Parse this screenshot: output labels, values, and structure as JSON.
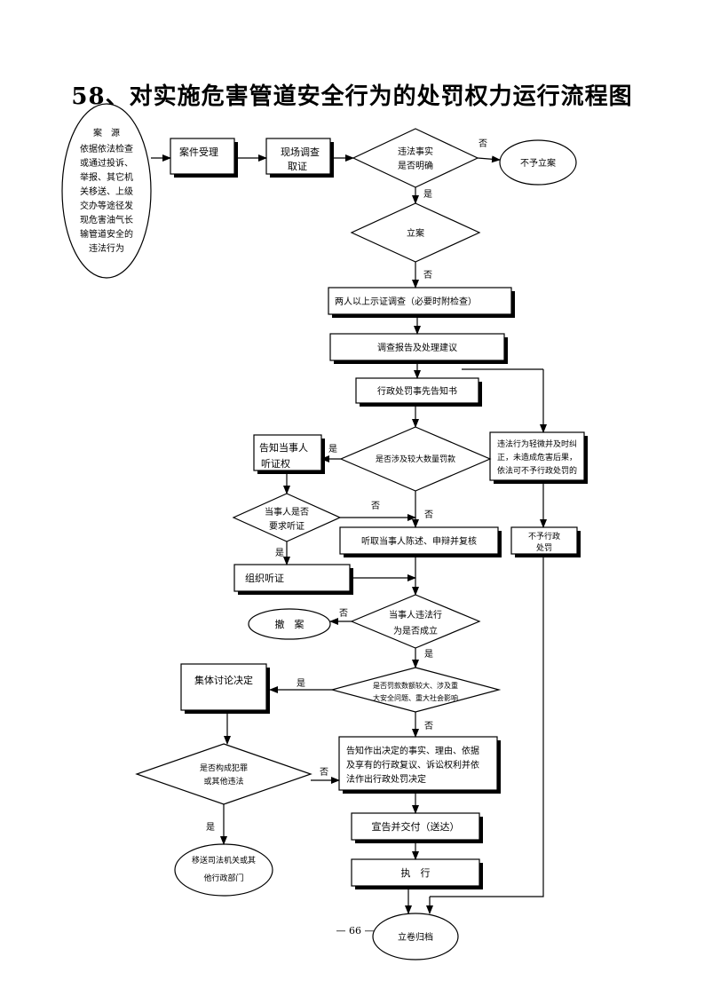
{
  "page": {
    "title": "58、对实施危害管道安全行为的处罚权力运行流程图",
    "page_number": "— 66 —"
  },
  "nodes": {
    "source_title": "案　源",
    "source_lines": [
      "依据依法检查",
      "或通过投诉、",
      "举报、其它机",
      "关移送、上级",
      "交办等途径发",
      "现危害油气长",
      "输管道安全的",
      "违法行为"
    ],
    "case_accept": "案件受理",
    "onsite_1": "现场调查",
    "onsite_2": "取证",
    "fact_q_1": "违法事实",
    "fact_q_2": "是否明确",
    "no_case": "不予立案",
    "register": "立案",
    "two_person": "两人以上示证调查（必要时附检查）",
    "report": "调查报告及处理建议",
    "notice": "行政处罚事先告知书",
    "minor_1": "违法行为轻微并及时纠",
    "minor_2": "正，未造成危害后果，",
    "minor_3": "依法可不予行政处罚的",
    "large_fine_q": "是否涉及较大数量罚款",
    "inform_1": "告知当事人",
    "inform_2": "听证权",
    "hearing_q_1": "当事人是否",
    "hearing_q_2": "要求听证",
    "listen": "听取当事人陈述、申辩并复核",
    "no_penalty_1": "不予行政",
    "no_penalty_2": "处罚",
    "organize": "组织听证",
    "violation_q_1": "当事人违法行",
    "violation_q_2": "为是否成立",
    "withdraw": "撤　案",
    "big_q_1": "是否罚款数额较大、涉及重",
    "big_q_2": "大安全问题、重大社会影响",
    "collective": "集体讨论决定",
    "decision_1": "告知作出决定的事实、理由、依据",
    "decision_2": "及享有的行政复议、诉讼权利并依",
    "decision_3": "法作出行政处罚决定",
    "crime_q_1": "是否构成犯罪",
    "crime_q_2": "或其他违法",
    "deliver": "宣告并交付（送达）",
    "execute": "执　行",
    "transfer_1": "移送司法机关或其",
    "transfer_2": "他行政部门",
    "archive": "立卷归档"
  },
  "edge_labels": {
    "no": "否",
    "yes": "是"
  }
}
